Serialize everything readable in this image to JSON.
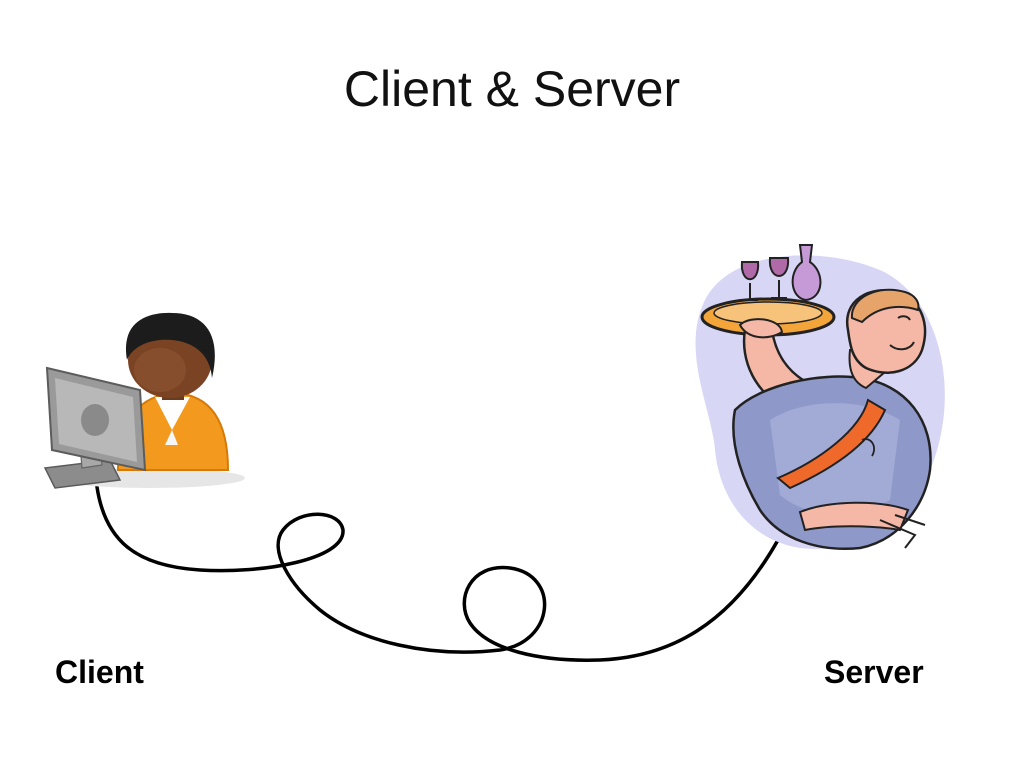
{
  "slide": {
    "title": "Client & Server"
  },
  "client": {
    "label": "Client",
    "icon": "user-at-computer-icon"
  },
  "server": {
    "label": "Server",
    "icon": "waiter-with-tray-icon"
  },
  "connection": {
    "icon": "cable-line"
  },
  "colors": {
    "text": "#000000",
    "cable": "#000000",
    "client_shirt": "#f39a1e",
    "client_skin": "#7a4424",
    "monitor": "#9a9a9a",
    "server_backdrop": "#d8d6f5",
    "server_shirt": "#8f99c9",
    "server_skin": "#f5b8a6",
    "tray": "#f4a53a",
    "tie": "#ef6a2a"
  }
}
